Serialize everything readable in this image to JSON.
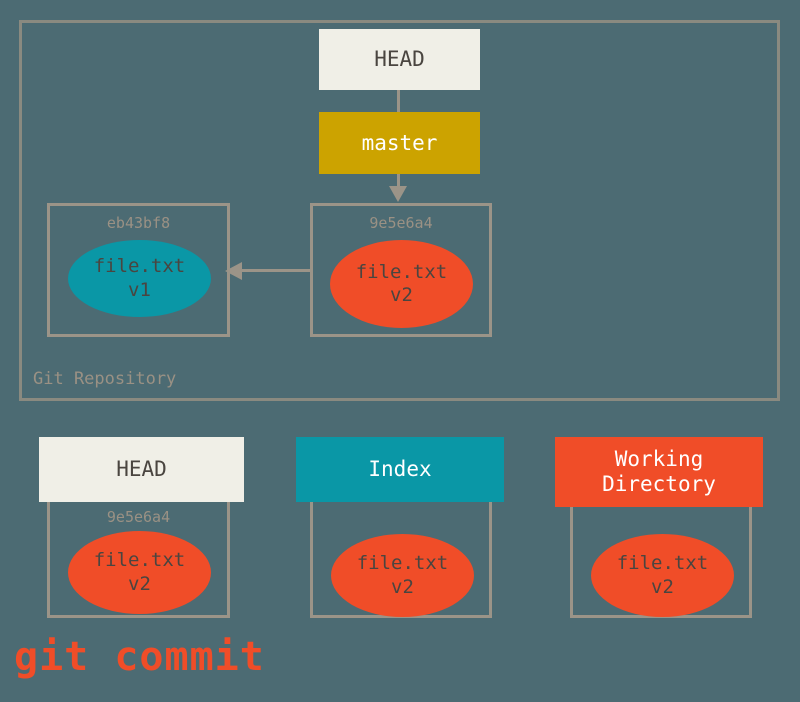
{
  "diagram": {
    "title": "git commit",
    "background_color": "#4c6b73",
    "repository": {
      "label": "Git Repository",
      "refs": [
        {
          "name": "head-ref",
          "label": "HEAD",
          "color": "#f0efe7",
          "text_color": "#4a4540"
        },
        {
          "name": "branch-ref",
          "label": "master",
          "color": "#cca300",
          "text_color": "#ffffff"
        }
      ],
      "commits": [
        {
          "name": "commit-eb43bf8",
          "id": "eb43bf8",
          "blob_file": "file.txt",
          "blob_version": "v1",
          "blob_color": "#0a97a6"
        },
        {
          "name": "commit-9e5e6a4",
          "id": "9e5e6a4",
          "blob_file": "file.txt",
          "blob_version": "v2",
          "blob_color": "#f04d28"
        }
      ]
    },
    "areas": [
      {
        "name": "head",
        "label": "HEAD",
        "header_color": "#f0efe7",
        "header_text_color": "#4a4540",
        "commit_id": "9e5e6a4",
        "blob_file": "file.txt",
        "blob_version": "v2",
        "blob_color": "#f04d28"
      },
      {
        "name": "index",
        "label": "Index",
        "header_color": "#0a97a6",
        "header_text_color": "#ffffff",
        "commit_id": "",
        "blob_file": "file.txt",
        "blob_version": "v2",
        "blob_color": "#f04d28"
      },
      {
        "name": "working-directory",
        "label_line1": "Working",
        "label_line2": "Directory",
        "header_color": "#f04d28",
        "header_text_color": "#ffffff",
        "commit_id": "",
        "blob_file": "file.txt",
        "blob_version": "v2",
        "blob_color": "#f04d28"
      }
    ],
    "connectors": {
      "head_to_master": "vertical-line",
      "master_to_commit": "arrow-down",
      "commit_to_parent": "arrow-left"
    },
    "colors": {
      "frame": "#9b9488",
      "outer_frame": "#8a8a80",
      "muted_text": "#9a9184",
      "teal": "#0a97a6",
      "orange": "#f04d28",
      "gold": "#cca300",
      "cream": "#f0efe7"
    }
  }
}
